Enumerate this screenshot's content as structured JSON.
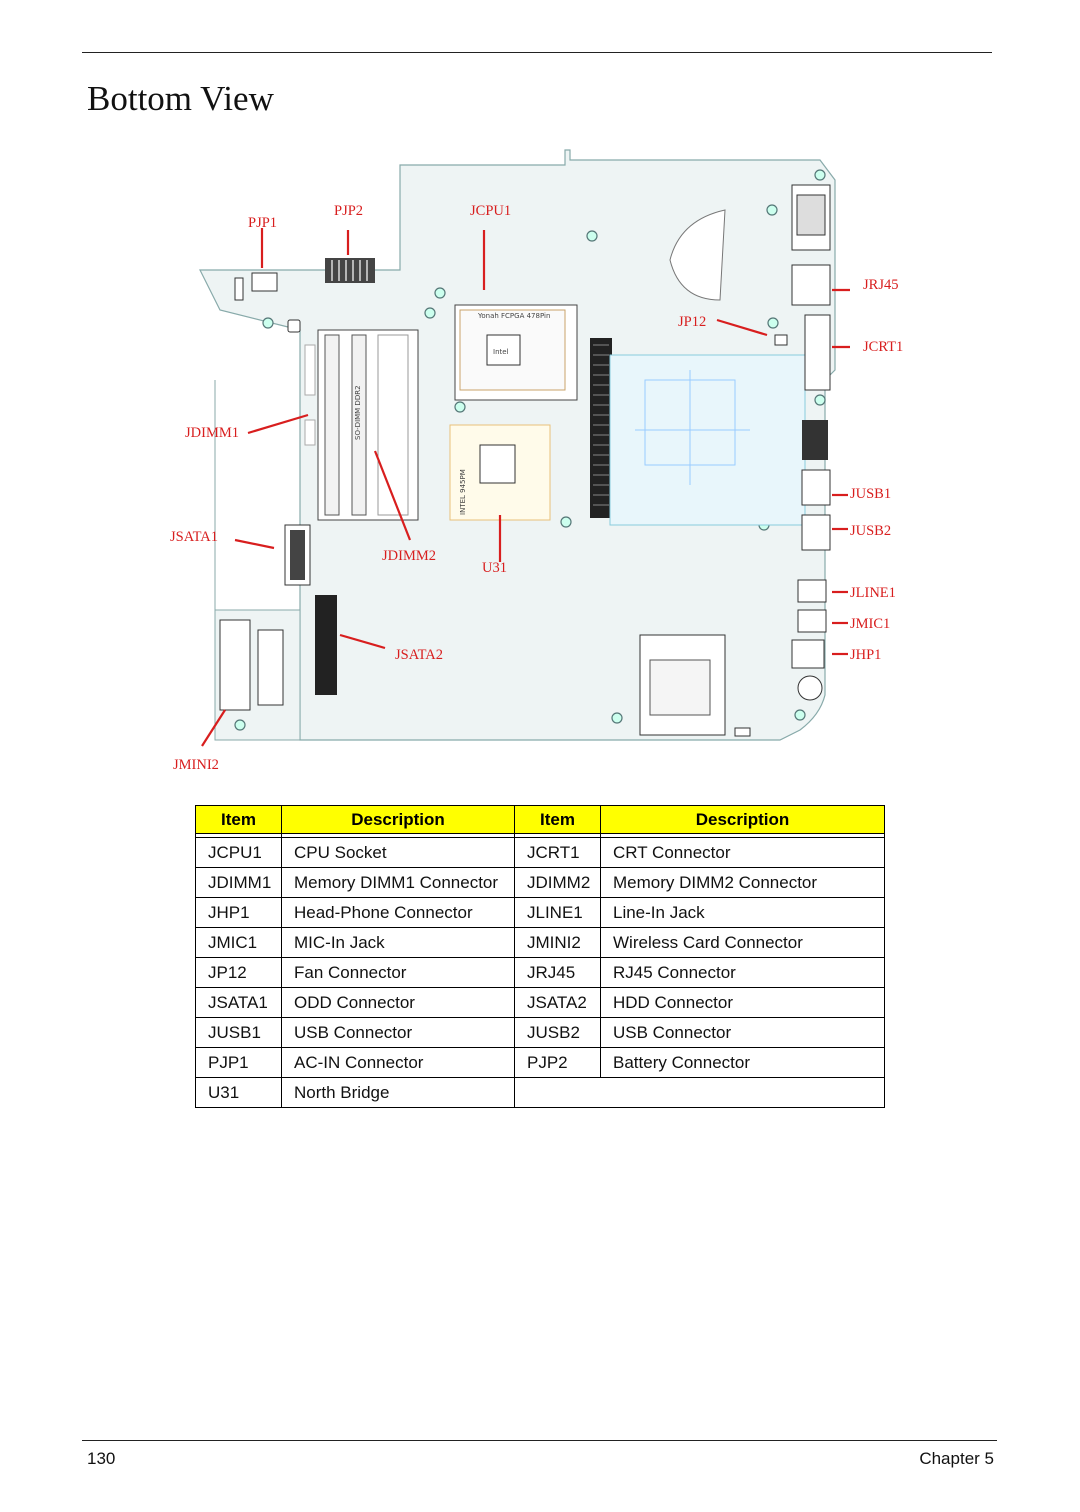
{
  "page": {
    "title": "Bottom View",
    "page_number": "130",
    "chapter": "Chapter 5"
  },
  "diagram": {
    "callouts": {
      "pjp1": "PJP1",
      "pjp2": "PJP2",
      "jcpu1": "JCPU1",
      "jrj45": "JRJ45",
      "jp12": "JP12",
      "jcrt1": "JCRT1",
      "jdimm1": "JDIMM1",
      "jusb1": "JUSB1",
      "jsata1": "JSATA1",
      "jusb2": "JUSB2",
      "jdimm2": "JDIMM2",
      "u31": "U31",
      "jline1": "JLINE1",
      "jmic1": "JMIC1",
      "jhp1": "JHP1",
      "jsata2": "JSATA2",
      "jmini2": "JMINI2"
    },
    "accent_color": "#d81e1e"
  },
  "table": {
    "headers": [
      "Item",
      "Description",
      "Item",
      "Description"
    ],
    "header_color": "#ffff00",
    "rows": [
      [
        "JCPU1",
        "CPU Socket",
        "JCRT1",
        "CRT Connector"
      ],
      [
        "JDIMM1",
        "Memory DIMM1 Connector",
        "JDIMM2",
        "Memory DIMM2 Connector"
      ],
      [
        "JHP1",
        "Head-Phone Connector",
        "JLINE1",
        "Line-In Jack"
      ],
      [
        "JMIC1",
        "MIC-In Jack",
        "JMINI2",
        "Wireless Card Connector"
      ],
      [
        "JP12",
        "Fan Connector",
        "JRJ45",
        "RJ45 Connector"
      ],
      [
        "JSATA1",
        "ODD Connector",
        "JSATA2",
        "HDD Connector"
      ],
      [
        "JUSB1",
        "USB Connector",
        "JUSB2",
        "USB Connector"
      ],
      [
        "PJP1",
        "AC-IN Connector",
        "PJP2",
        "Battery Connector"
      ],
      [
        "U31",
        "North Bridge",
        "",
        ""
      ]
    ]
  }
}
